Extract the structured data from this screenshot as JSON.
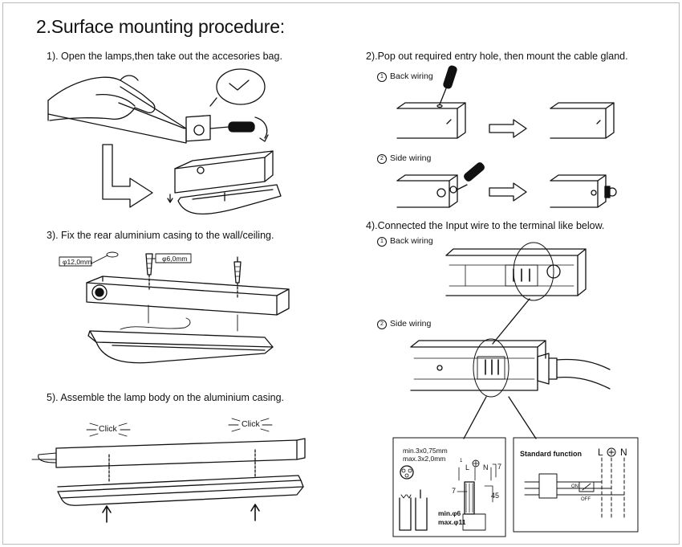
{
  "title": "2.Surface mounting procedure:",
  "steps": {
    "s1": "1). Open the lamps,then take out the accesories bag.",
    "s2": "2).Pop out required entry hole, then mount the cable gland.",
    "s3": "3). Fix the rear aluminium casing to the wall/ceiling.",
    "s4": "4).Connected the Input wire to the terminal like below.",
    "s5": "5). Assemble the lamp body on the aluminium casing."
  },
  "s2_back_wiring": "Back wiring",
  "s2_side_wiring": "Side wiring",
  "s4_back_wiring": "Back wiring",
  "s4_side_wiring": "Side wiring",
  "circle_one": "1",
  "circle_two": "2",
  "dim_hole_large": "φ12,0mm",
  "dim_hole_small": "φ6,0mm",
  "click_left": "Click",
  "click_right": "Click",
  "wire_min": "min.3x0,75mm",
  "wire_max": "max.3x2,0mm",
  "terminal_l": "L",
  "terminal_n": "N",
  "dim_7_top": "7",
  "dim_7_left": "7",
  "dim_45": "45",
  "gland_min": "min.φ6",
  "gland_max": "max.φ11",
  "standard_function": "Standard function",
  "sf_l": "L",
  "sf_n": "N",
  "sf_on": "ON",
  "sf_off": "OFF"
}
